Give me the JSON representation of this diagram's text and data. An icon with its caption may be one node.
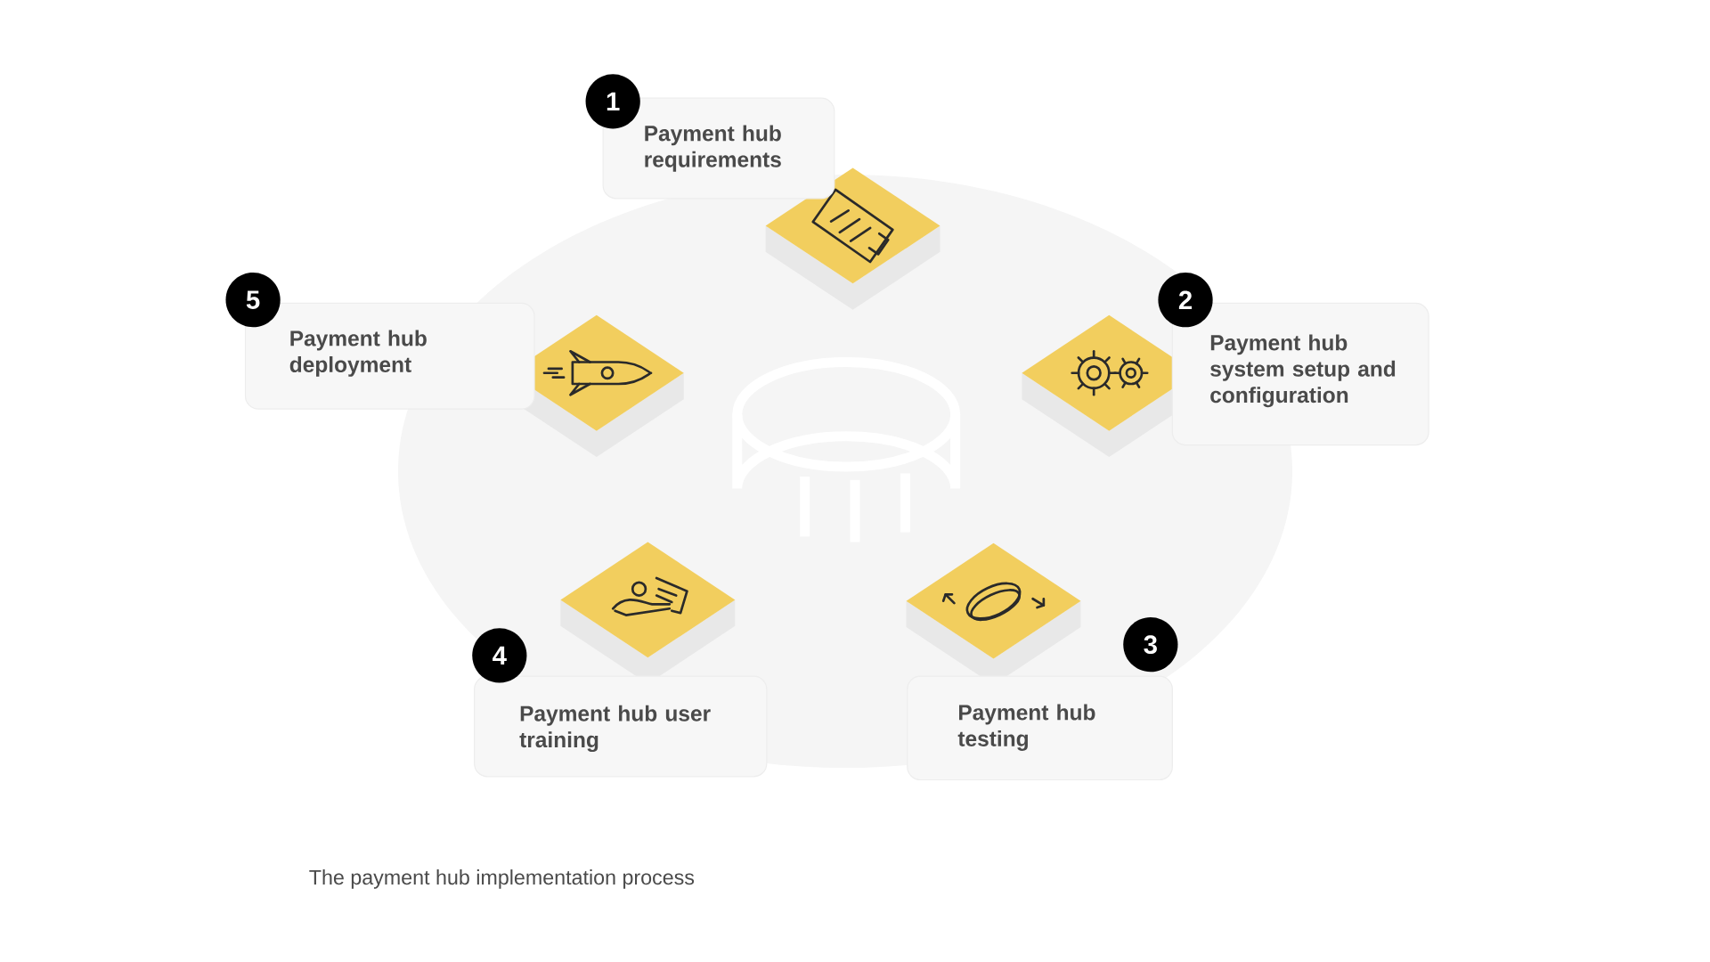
{
  "diagram": {
    "caption": "The payment hub implementation process",
    "nodes": [
      {
        "text": [
          "Payment hub requirements"
        ]
      },
      {
        "text": [
          "1"
        ]
      },
      {
        "text": [
          "Payment hub system setup and configuration"
        ]
      },
      {
        "text": [
          "2"
        ]
      },
      {
        "text": [
          "Payment hub testing"
        ]
      },
      {
        "text": [
          "3"
        ]
      },
      {
        "text": [
          "Payment hub user training"
        ]
      },
      {
        "text": [
          "4"
        ]
      },
      {
        "text": [
          "Payment hub deployment"
        ]
      },
      {
        "text": [
          "5"
        ]
      }
    ]
  }
}
